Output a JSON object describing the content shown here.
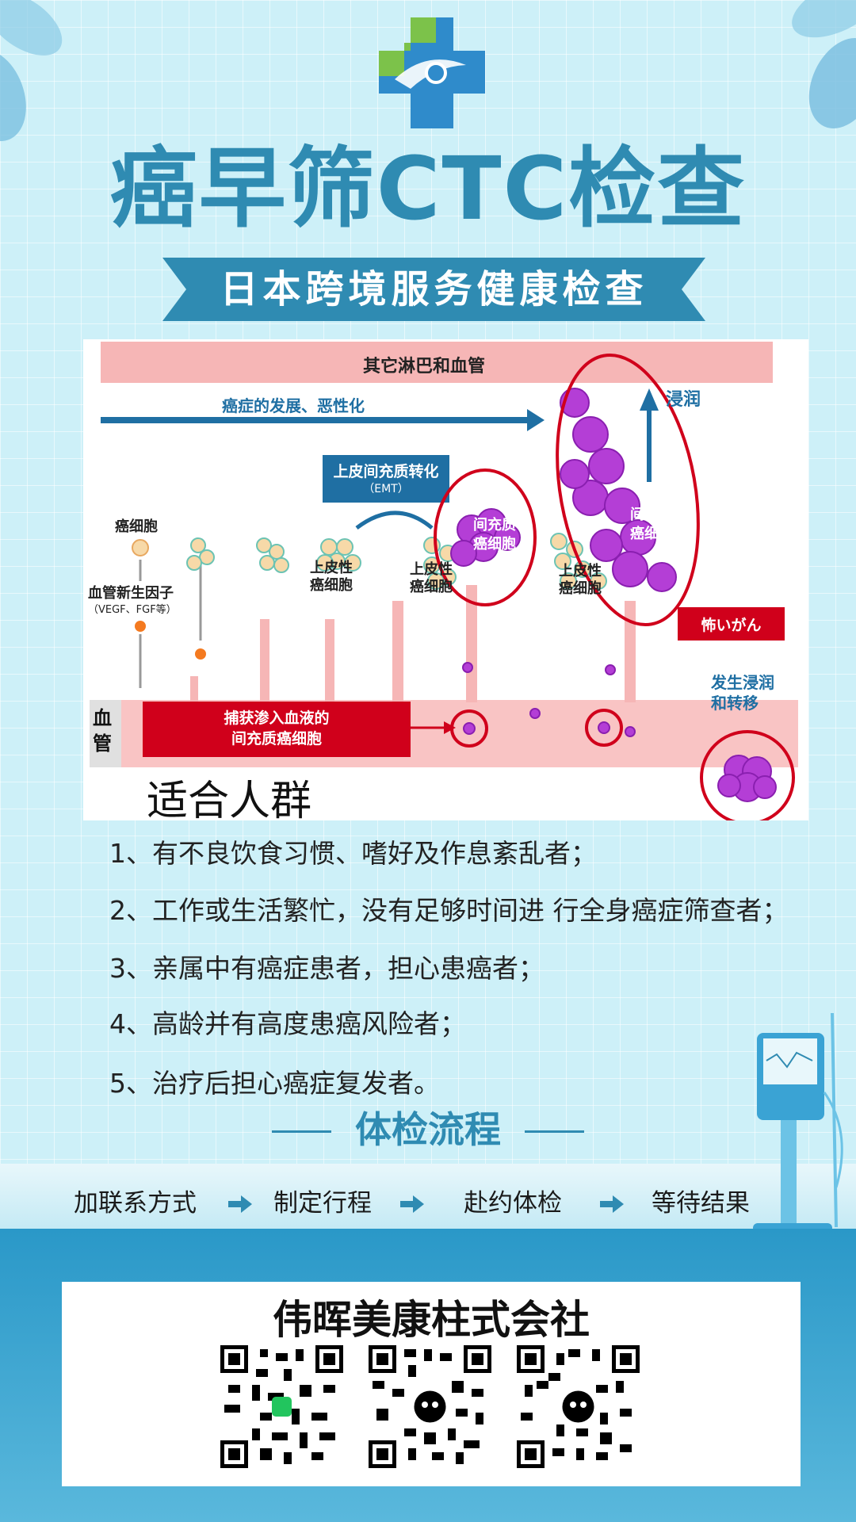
{
  "title": "癌早筛CTC检查",
  "banner": "日本跨境服务健康检查",
  "diagram": {
    "top_band": "其它淋巴和血管",
    "progress_label": "癌症的发展、恶性化",
    "invasion": "浸润",
    "emt_title": "上皮间充质转化",
    "emt_sub": "（EMT）",
    "cancer_cell": "癌细胞",
    "angio_factor": "血管新生因子",
    "angio_factor_sub": "（VEGF、FGF等）",
    "epithelial_1": "上皮性\n癌细胞",
    "epithelial_2": "上皮性\n癌细胞",
    "epithelial_3": "上皮性\n癌细胞",
    "mesenchymal_1": "间充质\n癌细胞",
    "mesenchymal_2": "间充质\n癌细胞",
    "scary_cancer": "怖いがん",
    "metastasis": "发生浸润\n和转移",
    "vessel": "血\n管",
    "capture": "捕获渗入血液的\n间充质癌细胞"
  },
  "section_title": "适合人群",
  "list": [
    "1、有不良饮食习惯、嗜好及作息紊乱者；",
    "2、工作或生活繁忙，没有足够时间进 行全身癌症筛查者；",
    "3、亲属中有癌症患者，担心患癌者；",
    "4、高龄并有高度患癌风险者；",
    "5、治疗后担心癌症复发者。"
  ],
  "flow": {
    "title": "体检流程",
    "steps": [
      "加联系方式",
      "制定行程",
      "赴约体检",
      "等待结果"
    ]
  },
  "company": "伟晖美康柱式会社",
  "colors": {
    "accent": "#2f8bb2",
    "background": "#cdf0f8",
    "red": "#d0001b",
    "pink": "#f6b6b6",
    "purple": "#b43ed6"
  }
}
